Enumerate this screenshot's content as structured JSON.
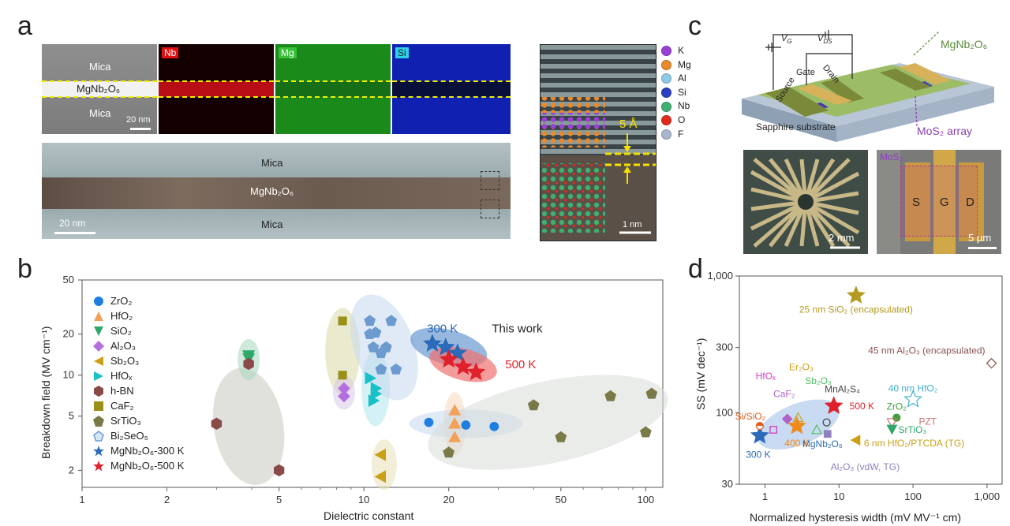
{
  "panel_labels": {
    "a": "a",
    "b": "b",
    "c": "c",
    "d": "d"
  },
  "panel_a": {
    "eds_labels": {
      "mica_top": "Mica",
      "film": "MgNb₂O₆",
      "mica_bottom": "Mica",
      "scalebar": "20 nm",
      "nb": "Nb",
      "mg": "Mg",
      "si": "Si"
    },
    "tem_labels": {
      "mica_top": "Mica",
      "film": "MgNb₂O₆",
      "mica_bottom": "Mica",
      "scalebar": "20 nm"
    },
    "atomic": {
      "gap": "5 Å",
      "scalebar": "1 nm"
    },
    "elements": [
      {
        "name": "K",
        "color": "#9b3fd9"
      },
      {
        "name": "Mg",
        "color": "#e88a2c"
      },
      {
        "name": "Al",
        "color": "#8fc8e6"
      },
      {
        "name": "Si",
        "color": "#2a3fc0"
      },
      {
        "name": "Nb",
        "color": "#3fb070"
      },
      {
        "name": "O",
        "color": "#e02a1a"
      },
      {
        "name": "F",
        "color": "#a9b6cf"
      }
    ]
  },
  "panel_c": {
    "device_labels": {
      "vg": "V",
      "vg_sub": "G",
      "vds": "V",
      "vds_sub": "DS",
      "gate": "Gate",
      "source": "Source",
      "drain": "Drain",
      "substrate": "Sapphire substrate",
      "film": "MgNb₂O₆",
      "channel": "MoS₂ array"
    },
    "optical_scalebar": "2 mm",
    "sem": {
      "tag": "MoS₂",
      "s": "S",
      "g": "G",
      "d": "D",
      "scalebar": "5 µm"
    }
  },
  "chart_data": [
    {
      "type": "scatter",
      "xlabel": "Dielectric constant",
      "ylabel": "Breakdown field (MV cm⁻¹)",
      "xscale": "log",
      "yscale": "log",
      "xlim": [
        1,
        115
      ],
      "ylim": [
        1.5,
        50
      ],
      "xticks": [
        1,
        2,
        5,
        10,
        20,
        50,
        100
      ],
      "yticks": [
        2,
        5,
        10,
        20,
        50
      ],
      "annotations": [
        "300 K",
        "This work",
        "500 K"
      ],
      "legend_position": "left",
      "series": [
        {
          "name": "ZrO₂",
          "marker": "circle",
          "color": "#1f7fe0",
          "points": [
            [
              17,
              4.5
            ],
            [
              23,
              4.3
            ],
            [
              29,
              4.2
            ]
          ]
        },
        {
          "name": "HfO₂",
          "marker": "triangle-up",
          "color": "#f2a05a",
          "points": [
            [
              21,
              5.5
            ],
            [
              21,
              4.4
            ],
            [
              21,
              3.5
            ]
          ]
        },
        {
          "name": "SiO₂",
          "marker": "triangle-down",
          "color": "#2fa86a",
          "points": [
            [
              3.9,
              14
            ],
            [
              3.9,
              13.3
            ]
          ]
        },
        {
          "name": "Al₂O₃",
          "marker": "diamond",
          "color": "#b36ee0",
          "points": [
            [
              8.5,
              8
            ],
            [
              8.5,
              7
            ]
          ]
        },
        {
          "name": "Sb₂O₃",
          "marker": "triangle-left",
          "color": "#c9a018",
          "points": [
            [
              11.5,
              2.6
            ],
            [
              11.5,
              1.8
            ]
          ]
        },
        {
          "name": "HfOₓ",
          "marker": "triangle-right",
          "color": "#18c0c8",
          "points": [
            [
              10.5,
              9.5
            ],
            [
              11,
              8
            ],
            [
              11,
              7.3
            ],
            [
              10.8,
              6.5
            ]
          ]
        },
        {
          "name": "h-BN",
          "marker": "hexagon",
          "color": "#8a4a48",
          "points": [
            [
              3,
              4.4
            ],
            [
              3.9,
              12.1
            ],
            [
              5,
              2
            ]
          ]
        },
        {
          "name": "CaF₂",
          "marker": "square",
          "color": "#9a9018",
          "points": [
            [
              8.4,
              25
            ],
            [
              8.4,
              10
            ]
          ]
        },
        {
          "name": "SrTiO₃",
          "marker": "pentagon",
          "color": "#7a7a48",
          "points": [
            [
              20,
              2.7
            ],
            [
              40,
              6
            ],
            [
              50,
              3.5
            ],
            [
              75,
              7
            ],
            [
              100,
              3.8
            ],
            [
              105,
              7.3
            ]
          ]
        },
        {
          "name": "Bi₂SeO₅",
          "marker": "pentagon",
          "color": "#6d9bd0",
          "points": [
            [
              10.5,
              25
            ],
            [
              12.5,
              25
            ],
            [
              10.5,
              20
            ],
            [
              11,
              20.5
            ],
            [
              10.8,
              16
            ],
            [
              12,
              16
            ],
            [
              11.5,
              14.5
            ],
            [
              11.5,
              11
            ],
            [
              13,
              11
            ]
          ]
        },
        {
          "name": "MgNb₂O₆-300 K",
          "marker": "star",
          "color": "#2a6ab8",
          "points": [
            [
              17.5,
              17
            ],
            [
              19.5,
              16
            ],
            [
              21.5,
              14.5
            ]
          ]
        },
        {
          "name": "MgNb₂O₆-500 K",
          "marker": "star",
          "color": "#e0202a",
          "points": [
            [
              20,
              13
            ],
            [
              22.5,
              11.5
            ],
            [
              25,
              10.5
            ]
          ]
        }
      ]
    },
    {
      "type": "scatter",
      "xlabel": "Normalized hysteresis width (mV MV⁻¹ cm)",
      "ylabel": "SS (mV dec⁻¹)",
      "xscale": "log",
      "yscale": "log",
      "xlim": [
        0.45,
        1600
      ],
      "ylim": [
        30,
        1000
      ],
      "xticks": [
        1,
        10,
        100,
        "1,000"
      ],
      "yticks": [
        30,
        100,
        300,
        "1,000"
      ],
      "points": [
        {
          "label": "300 K",
          "x": 0.85,
          "y": 68,
          "color": "#2a6ab8",
          "marker": "star"
        },
        {
          "label": "400 K",
          "x": 2.7,
          "y": 80,
          "color": "#f08a1a",
          "marker": "star"
        },
        {
          "label": "500 K",
          "x": 8.5,
          "y": 112,
          "color": "#e0202a",
          "marker": "star"
        },
        {
          "label": "25 nm SiO₂ (encapsulated)",
          "x": 17,
          "y": 720,
          "color": "#b39a20",
          "marker": "star"
        },
        {
          "label": "45 nm Al₂O₃ (encapsulated)",
          "x": 1150,
          "y": 230,
          "color": "#8a5050",
          "marker": "diamond-open"
        },
        {
          "label": "40 nm HfO₂",
          "x": 100,
          "y": 125,
          "color": "#40b0d0",
          "marker": "star-open"
        },
        {
          "label": "ZrO₂",
          "x": 60,
          "y": 92,
          "color": "#40a040",
          "marker": "circle"
        },
        {
          "label": "PZT",
          "x": 52,
          "y": 85,
          "color": "#d07070",
          "marker": "triangle-down-open"
        },
        {
          "label": "SrTiO₃",
          "x": 52,
          "y": 76,
          "color": "#2fa86a",
          "marker": "triangle-down"
        },
        {
          "label": "6 nm HfO₂/PTCDA (TG)",
          "x": 17,
          "y": 63,
          "color": "#c9a018",
          "marker": "triangle-left"
        },
        {
          "label": "Al₂O₃ (vdW, TG)",
          "x": 7,
          "y": 70,
          "color": "#9080c0",
          "marker": "square"
        },
        {
          "label": "CaF₂",
          "x": 2,
          "y": 90,
          "color": "#b060c8",
          "marker": "diamond"
        },
        {
          "label": "Er₂O₃",
          "x": 2.8,
          "y": 92,
          "color": "#c9a018",
          "marker": "triangle-open"
        },
        {
          "label": "Sb₂O₃",
          "x": 5,
          "y": 75,
          "color": "#50c060",
          "marker": "triangle-open"
        },
        {
          "label": "HfOₓ",
          "x": 1.3,
          "y": 75,
          "color": "#d040c0",
          "marker": "square-open"
        },
        {
          "label": "MnAl₂S₄",
          "x": 6.8,
          "y": 85,
          "color": "#444444",
          "marker": "circle-open"
        },
        {
          "label": "Si/SiO₂",
          "x": 0.85,
          "y": 80,
          "color": "#e06020",
          "marker": "circle-half"
        }
      ],
      "annotations": [
        "MgNb₂O₆"
      ]
    }
  ]
}
